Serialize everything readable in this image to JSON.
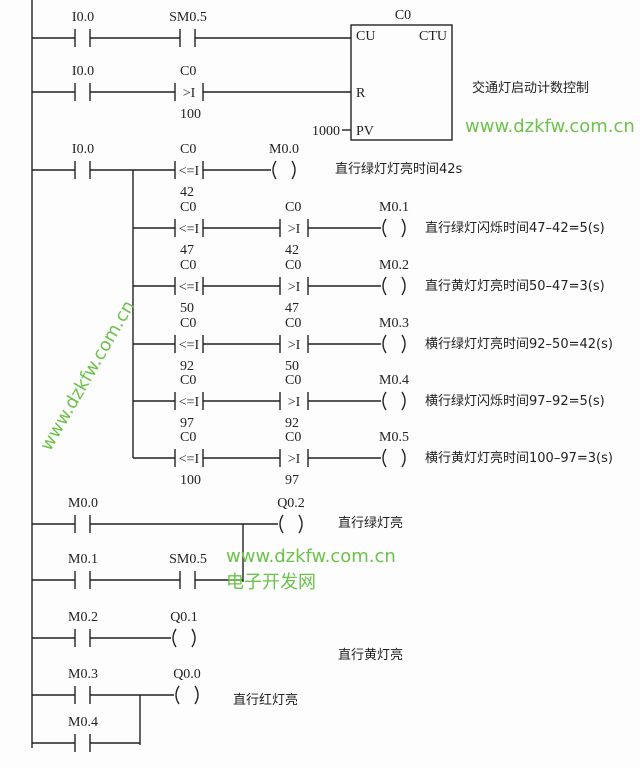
{
  "counter": {
    "name": "C0",
    "type": "CTU",
    "cu": "CU",
    "r": "R",
    "pv": "PV",
    "preset": "1000",
    "comment": "交通灯启动计数控制"
  },
  "rung1": {
    "contact1": "I0.0",
    "contact2": "SM0.5"
  },
  "rung2": {
    "contact1": "I0.0",
    "cmp_operand": "C0",
    "cmp_op": ">I",
    "cmp_value": "100"
  },
  "rung3": {
    "contact": "I0.0",
    "first": {
      "operand": "C0",
      "op": "<=I",
      "value": "42",
      "coil": "M0.0",
      "comment": "直行绿灯灯亮时间42s"
    },
    "branches": [
      {
        "operand1": "C0",
        "op1": "<=I",
        "value1": "47",
        "operand2": "C0",
        "op2": ">I",
        "value2": "42",
        "coil": "M0.1",
        "comment": "直行绿灯闪烁时间47–42=5(s)"
      },
      {
        "operand1": "C0",
        "op1": "<=I",
        "value1": "50",
        "operand2": "C0",
        "op2": ">I",
        "value2": "47",
        "coil": "M0.2",
        "comment": "直行黄灯灯亮时间50–47=3(s)"
      },
      {
        "operand1": "C0",
        "op1": "<=I",
        "value1": "92",
        "operand2": "C0",
        "op2": ">I",
        "value2": "50",
        "coil": "M0.3",
        "comment": "横行绿灯灯亮时间92–50=42(s)"
      },
      {
        "operand1": "C0",
        "op1": "<=I",
        "value1": "97",
        "operand2": "C0",
        "op2": ">I",
        "value2": "92",
        "coil": "M0.4",
        "comment": "横行绿灯闪烁时间97–92=5(s)"
      },
      {
        "operand1": "C0",
        "op1": "<=I",
        "value1": "100",
        "operand2": "C0",
        "op2": ">I",
        "value2": "97",
        "coil": "M0.5",
        "comment": "横行黄灯灯亮时间100–97=3(s)"
      }
    ]
  },
  "rung4": {
    "contact1": "M0.0",
    "contact2": "M0.1",
    "contact3": "SM0.5",
    "coil": "Q0.2",
    "comment": "直行绿灯亮"
  },
  "rung5": {
    "contact": "M0.2",
    "coil": "Q0.1",
    "comment": "直行黄灯亮"
  },
  "rung6": {
    "contact1": "M0.3",
    "contact2": "M0.4",
    "coil": "Q0.0",
    "comment": "直行红灯亮"
  },
  "watermark": {
    "url": "www.dzkfw.com.cn",
    "site_name": "电子开发网",
    "color": "#6cc24a"
  }
}
